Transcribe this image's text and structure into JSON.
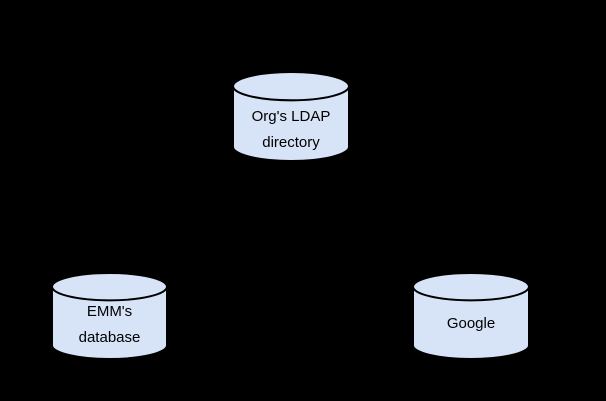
{
  "canvas": {
    "background": "#000000"
  },
  "diagram": {
    "style": {
      "fill": "#d7e3f7",
      "stroke": "#000000",
      "text_color": "#000000"
    },
    "nodes": [
      {
        "id": "ldap",
        "shape": "database-cylinder",
        "label_lines": {
          "line1": "Org's LDAP",
          "line2": "directory"
        }
      },
      {
        "id": "emm",
        "shape": "database-cylinder",
        "label_lines": {
          "line1": "EMM's",
          "line2": "database"
        }
      },
      {
        "id": "google",
        "shape": "database-cylinder",
        "label_lines": {
          "line1": "Google"
        }
      }
    ]
  }
}
